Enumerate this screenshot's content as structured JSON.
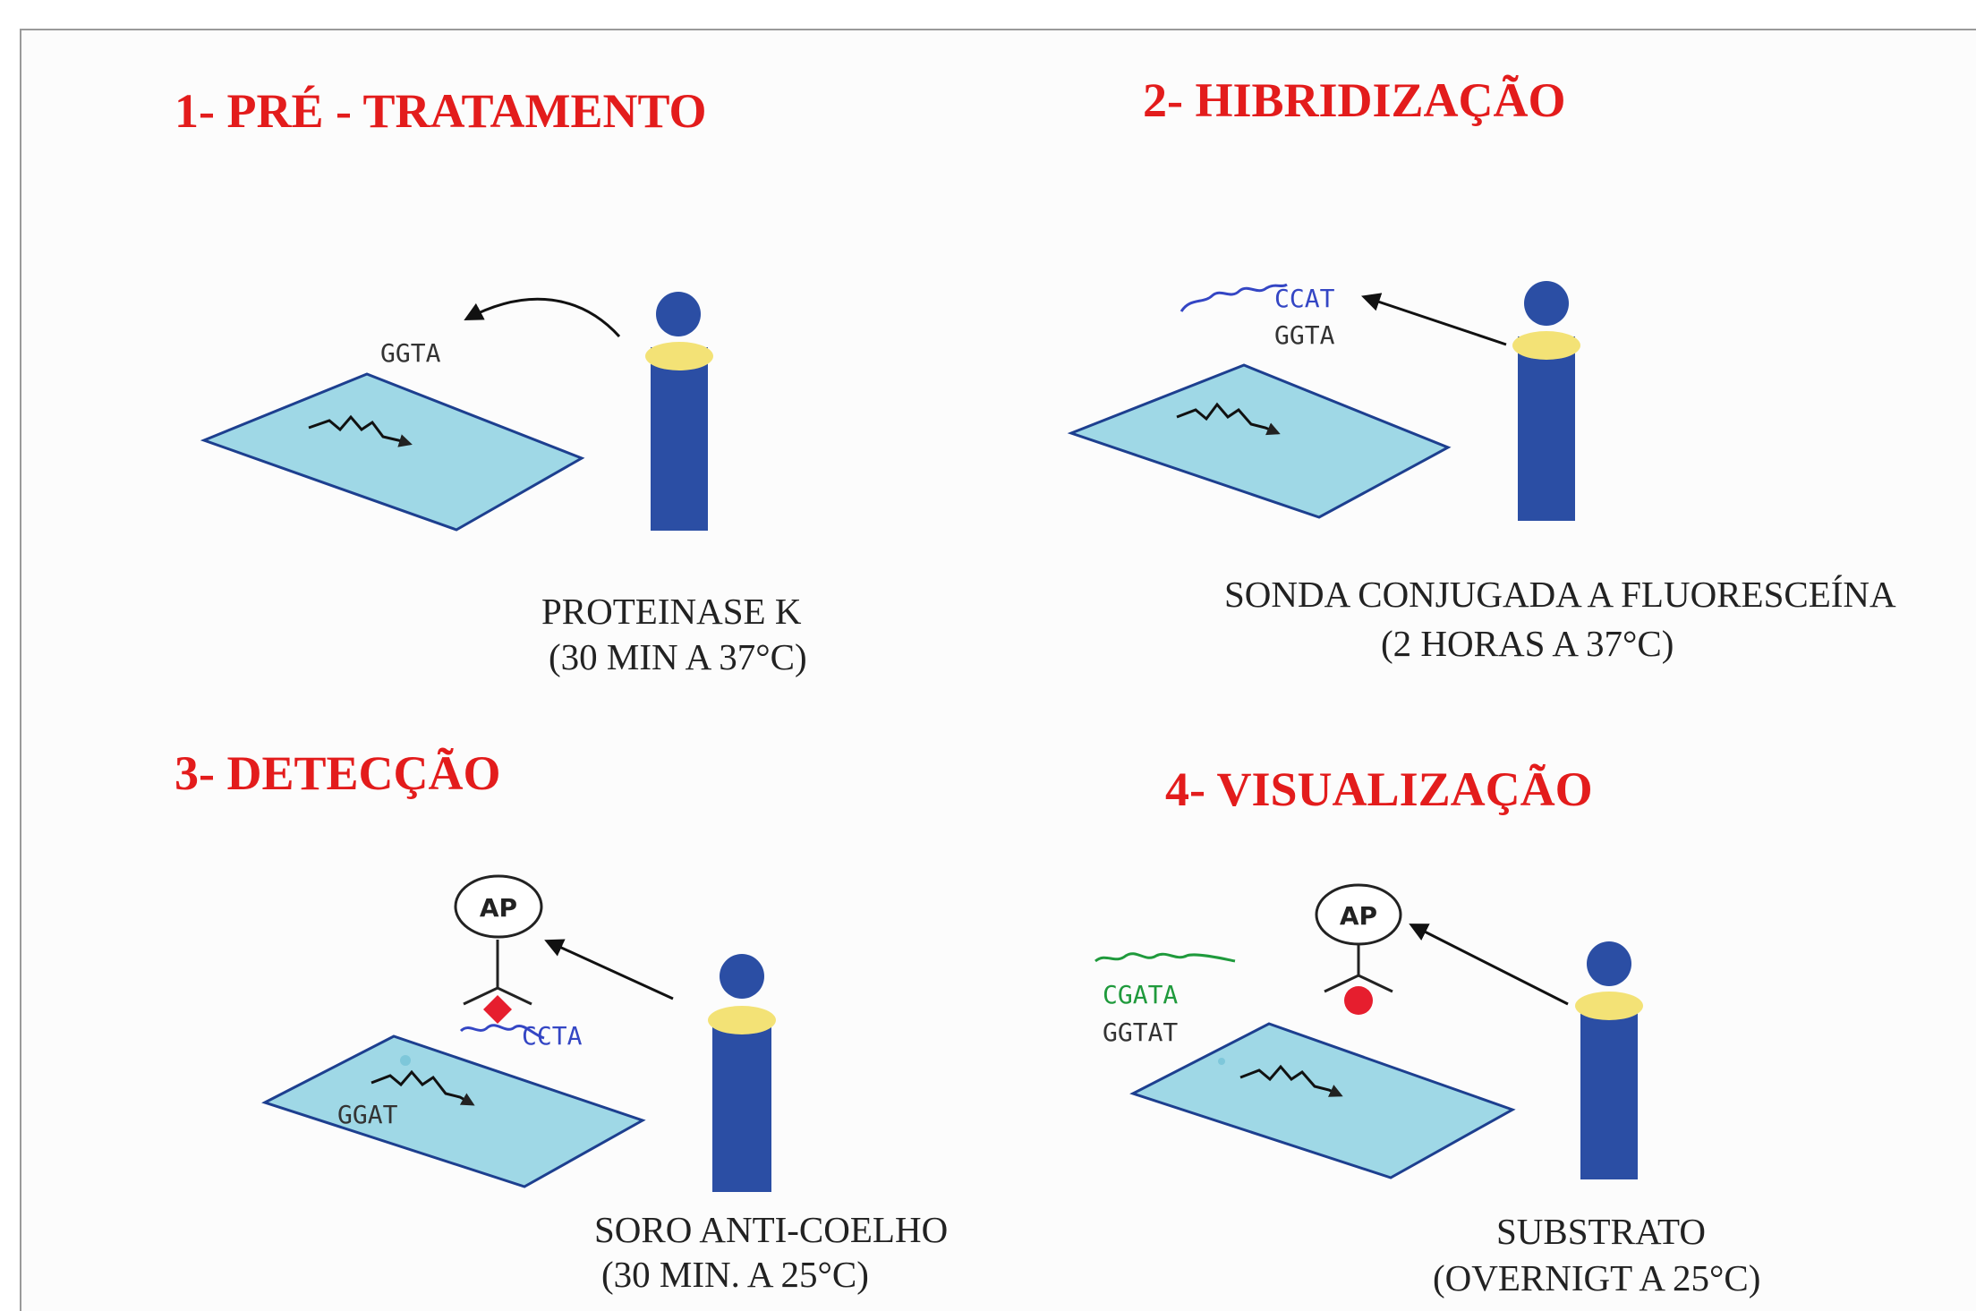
{
  "colors": {
    "title": "#e31c1c",
    "slide_fill": "#9fd8e6",
    "slide_stroke": "#1d3f8f",
    "tube_body": "#2b4ea4",
    "tube_band": "#f3e276",
    "seq_black": "#333333",
    "seq_blue": "#3446c4",
    "seq_green": "#1f9a3c",
    "marker_red": "#e61e2e"
  },
  "panels": [
    {
      "title": "1- PRÉ - TRATAMENTO",
      "seq_labels": [
        "GGTA"
      ],
      "caption_line1": "PROTEINASE K",
      "caption_line2": "(30 MIN A 37°C)"
    },
    {
      "title": "2- HIBRIDIZAÇÃO",
      "seq_labels": [
        "CCAT",
        "GGTA"
      ],
      "caption_line1": "SONDA CONJUGADA A FLUORESCEÍNA",
      "caption_line2": "(2 HORAS A 37°C)"
    },
    {
      "title": "3- DETECÇÃO",
      "seq_labels": [
        "CCTA",
        "GGAT"
      ],
      "ap_label": "AP",
      "caption_line1": "SORO ANTI-COELHO",
      "caption_line2": "(30 MIN. A 25°C)"
    },
    {
      "title": "4- VISUALIZAÇÃO",
      "seq_labels": [
        "CGATA",
        "GGTAT"
      ],
      "ap_label": "AP",
      "caption_line1": "SUBSTRATO",
      "caption_line2": "(OVERNIGT A 25°C)"
    }
  ]
}
